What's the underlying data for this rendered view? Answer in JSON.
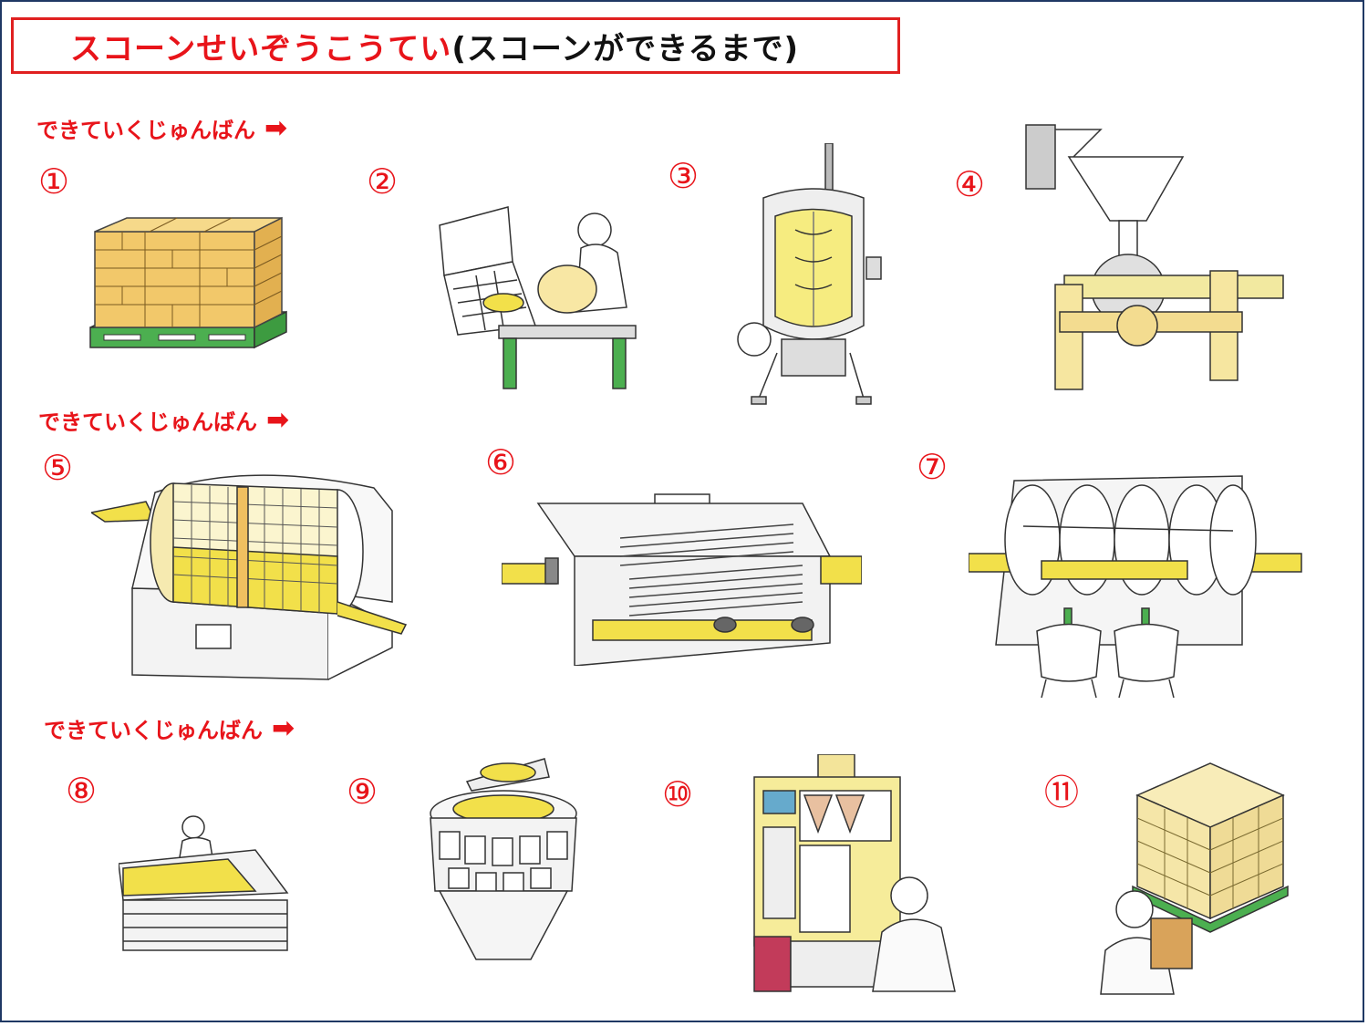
{
  "title": {
    "red_part": "スコーンせいぞうこうてい",
    "black_part": "(スコーンができるまで)"
  },
  "order_label": "できていくじゅんばん",
  "order_arrow": "➡",
  "steps": [
    "①",
    "②",
    "③",
    "④",
    "⑤",
    "⑥",
    "⑦",
    "⑧",
    "⑨",
    "⑩",
    "⑪"
  ],
  "colors": {
    "title_red": "#e8141a",
    "border_navy": "#1f3864",
    "pallet_green": "#4caf50",
    "scone_yellow": "#f2e04a",
    "bag_orange": "#f0c060",
    "box_cream": "#f5e6a8"
  }
}
